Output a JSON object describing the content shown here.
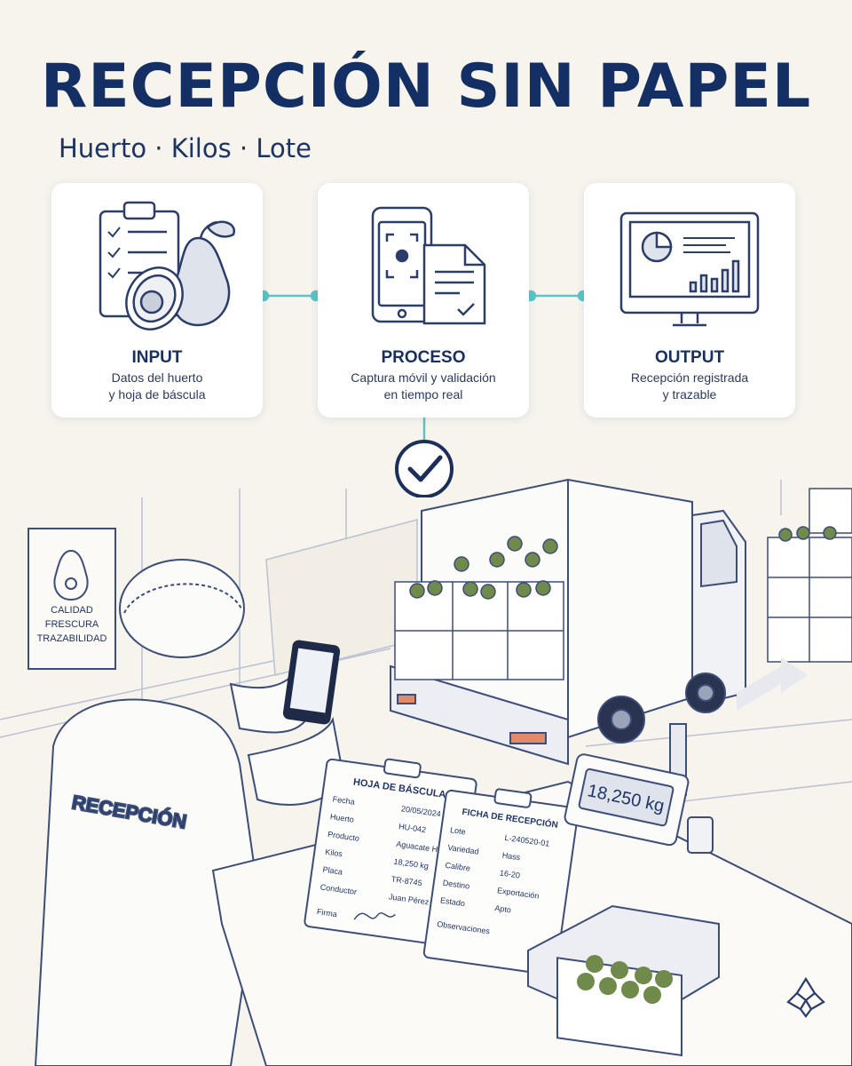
{
  "title": "RECEPCIÓN SIN PAPEL",
  "subtitle": "Huerto · Kilos · Lote",
  "steps": [
    {
      "title": "INPUT",
      "description": "Datos del huerto\ny hoja de báscula"
    },
    {
      "title": "PROCESO",
      "description": "Captura móvil y validación\nen tiempo real"
    },
    {
      "title": "OUTPUT",
      "description": "Recepción registrada\ny trazable"
    }
  ],
  "wall_sign": [
    "CALIDAD",
    "FRESCURA",
    "TRAZABILIDAD"
  ],
  "worker_jacket": "RECEPCIÓN",
  "scale_display": "18,250 kg",
  "weigh_sheet": {
    "heading": "HOJA DE BÁSCULA",
    "rows": [
      {
        "label": "Fecha",
        "value": "20/05/2024"
      },
      {
        "label": "Huerto",
        "value": "HU-042"
      },
      {
        "label": "Producto",
        "value": "Aguacate Hass"
      },
      {
        "label": "Kilos",
        "value": "18,250 kg"
      },
      {
        "label": "Placa",
        "value": "TR-8745"
      },
      {
        "label": "Conductor",
        "value": "Juan Pérez"
      }
    ],
    "signature_label": "Firma"
  },
  "reception_sheet": {
    "heading": "FICHA DE RECEPCIÓN",
    "rows": [
      {
        "label": "Lote",
        "value": "L-240520-01"
      },
      {
        "label": "Variedad",
        "value": "Hass"
      },
      {
        "label": "Calibre",
        "value": "16-20"
      },
      {
        "label": "Destino",
        "value": "Exportación"
      },
      {
        "label": "Estado",
        "value": "Apto"
      }
    ],
    "notes_label": "Observaciones"
  },
  "colors": {
    "navy": "#142f64",
    "connector": "#5cc3c6",
    "background": "#f7f4ee",
    "line": "#3c4d78"
  },
  "icons": [
    "clipboard-icon",
    "avocado-icon",
    "phone-scan-icon",
    "document-check-icon",
    "monitor-chart-icon",
    "check-circle-icon",
    "brand-logo-icon"
  ]
}
